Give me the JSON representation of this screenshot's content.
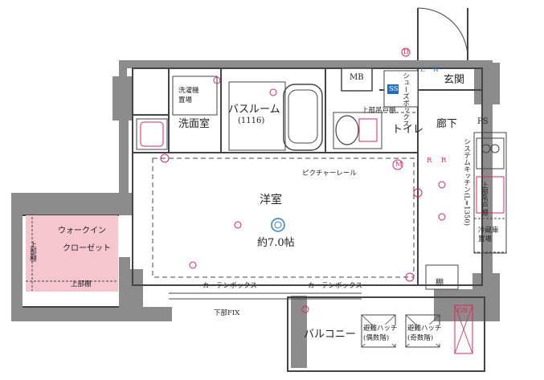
{
  "rooms": {
    "western": "洋室",
    "western_size": "約7.0帖",
    "bathroom": "バスルーム",
    "bathroom_size": "(1116)",
    "washroom": "洗面室",
    "toilet": "トイレ",
    "corridor": "廊下",
    "entrance": "玄関",
    "balcony": "バルコニー",
    "walkin_line1": "ウォークイン",
    "walkin_line2": "クローゼット"
  },
  "fixtures": {
    "mb": "MB",
    "ps": "PS",
    "washer": "洗濯機\n置場",
    "upper_shelf_toilet": "上部吊戸棚",
    "picture_rail": "ピクチャーレール",
    "curtain_box_left": "カーテンボックス",
    "curtain_box_right": "カーテンボックス",
    "lower_fix": "下部FIX",
    "upper_shelf_left": "上部棚",
    "upper_shelf_bottom": "上部棚",
    "system_kitchen": "システムキッチン(L=1350)",
    "fridge": "冷蔵庫置場",
    "upper_cabinet": "上部吊戸棚",
    "shelf": "棚",
    "shoes_box": "シューズボックス",
    "hatch_even": "避難ハッチ\n(偶数階)",
    "hatch_odd": "避難ハッチ\n(奇数階)",
    "gb": "GB",
    "ss": "SS",
    "kitchen_r": "R"
  },
  "symbols": {
    "L": "L",
    "W": "W",
    "D": "D",
    "M": "M",
    "R": "R"
  },
  "colors": {
    "wall": "#8c8c8c",
    "fixture_red": "#e0245e",
    "walkin_fill": "#f5c6d0",
    "outlet_blue": "#2a7fd1",
    "ss_fill": "#1f6fbf"
  }
}
